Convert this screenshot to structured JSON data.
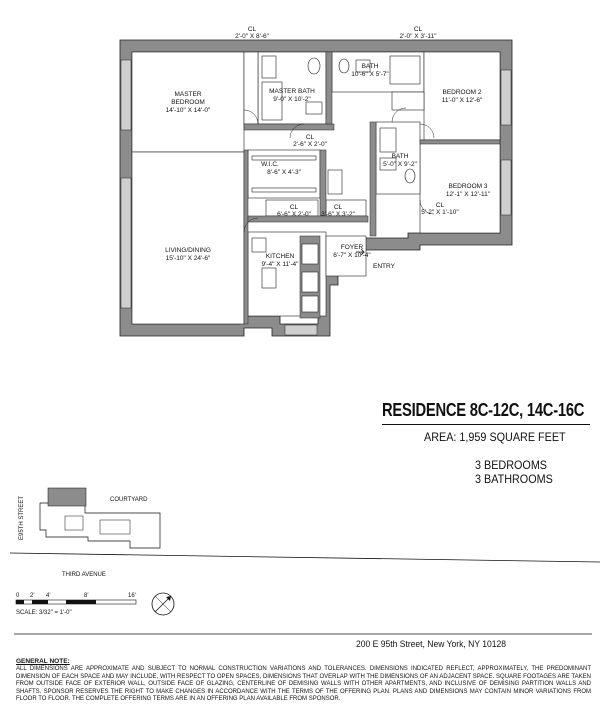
{
  "title": "RESIDENCE 8C-12C, 14C-16C",
  "area": "AREA: 1,959 SQUARE FEET",
  "bedrooms": "3 BEDROOMS",
  "bathrooms": "3 BATHROOMS",
  "address": "200 E 95th Street, New York, NY 10128",
  "rooms": {
    "master_bedroom": {
      "name": "MASTER",
      "name2": "BEDROOM",
      "dim": "14'-10\" X 14'-0\""
    },
    "master_bath": {
      "name": "MASTER BATH",
      "dim": "9'-0\" X 10'-2\""
    },
    "bath_top": {
      "name": "BATH",
      "dim": "10'-6\" X 5'-7\""
    },
    "bedroom2": {
      "name": "BEDROOM 2",
      "dim": "11'-0\" X 12'-6\""
    },
    "wic": {
      "name": "W.I.C.",
      "dim": "8'-6\" X 4'-3\""
    },
    "bath_mid": {
      "name": "BATH",
      "dim": "5'-0\" X 9'-2\""
    },
    "bedroom3": {
      "name": "BEDROOM 3",
      "dim": "12'-1\" X 12'-11\""
    },
    "living": {
      "name": "LIVING/DINING",
      "dim": "15'-10\" X 24'-6\""
    },
    "kitchen": {
      "name": "KITCHEN",
      "dim": "9'-4\" X 11'-4\""
    },
    "foyer": {
      "name": "FOYER",
      "dim": "6'-7\" X 10'-4\""
    },
    "entry": "ENTRY"
  },
  "closets": {
    "cl1": {
      "name": "CL",
      "dim": "2'-0\" X 8'-6\""
    },
    "cl2": {
      "name": "CL",
      "dim": "2'-0\" X 3'-11\""
    },
    "cl3": {
      "name": "CL",
      "dim": "2'-6\" X 2'-0\""
    },
    "cl4": {
      "name": "CL",
      "dim": "5'-2\" X 1'-10\""
    },
    "cl5": {
      "name": "CL",
      "dim": "6'-6\" X 2'-0\""
    },
    "cl6": {
      "name": "CL",
      "dim": "3'-6\" X 3'-2\""
    }
  },
  "keyplan": {
    "courtyard": "COURTYARD",
    "street": "E95TH STREET",
    "avenue": "THIRD AVENUE"
  },
  "scale": {
    "ticks": [
      "0",
      "2'",
      "4'",
      "8'",
      "16'"
    ],
    "label": "SCALE: 3/32\" = 1'-0\""
  },
  "general_note": {
    "heading": "GENERAL NOTE:",
    "body": "ALL DIMENSIONS ARE APPROXIMATE AND SUBJECT TO NORMAL CONSTRUCTION VARIATIONS AND TOLERANCES. DIMENSIONS INDICATED REFLECT, APPROXIMATELY, THE PREDOMINANT DIMENSION OF EACH SPACE AND MAY INCLUDE, WITH RESPECT TO OPEN SPACES, DIMENSIONS THAT OVERLAP WITH THE DIMENSIONS OF AN ADJACENT SPACE. SQUARE FOOTAGES ARE TAKEN FROM OUTSIDE FACE OF EXTERIOR WALL, OUTSIDE FACE OF GLAZING, CENTERLINE OF DEMISING WALLS WITH OTHER APARTMENTS, AND INCLUSIVE OF DEMISING PARTITION WALLS AND SHAFTS. SPONSOR RESERVES THE RIGHT TO MAKE CHANGES IN ACCORDANCE WITH THE TERMS OF THE OFFERING PLAN. PLANS AND DIMENSIONS MAY CONTAIN MINOR VARIATIONS FROM FLOOR TO FLOOR. THE COMPLETE OFFERING TERMS ARE IN AN OFFERING PLAN AVAILABLE FROM SPONSOR."
  }
}
